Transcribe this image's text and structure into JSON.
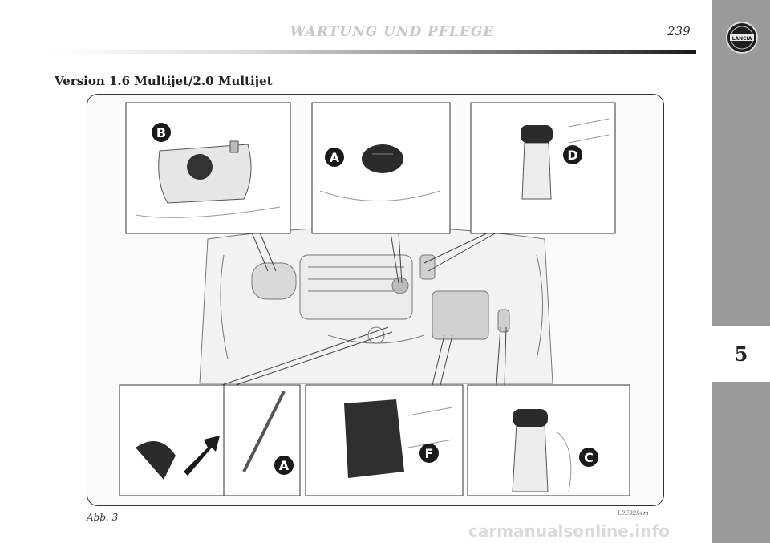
{
  "header": {
    "title": "WARTUNG UND PFLEGE",
    "page_number": "239"
  },
  "section_heading": "Version 1.6 Multijet/2.0 Multijet",
  "side_tab": {
    "chapter": "5",
    "logo_text": "LANCIA"
  },
  "figure": {
    "caption": "Abb. 3",
    "code": "L0E0254m",
    "callouts": {
      "top_left": "B",
      "top_middle": "A",
      "top_right": "D",
      "bottom_dipstick": "A",
      "bottom_battery": "F",
      "bottom_right": "C"
    }
  },
  "watermark": "carmanualsonline.info"
}
